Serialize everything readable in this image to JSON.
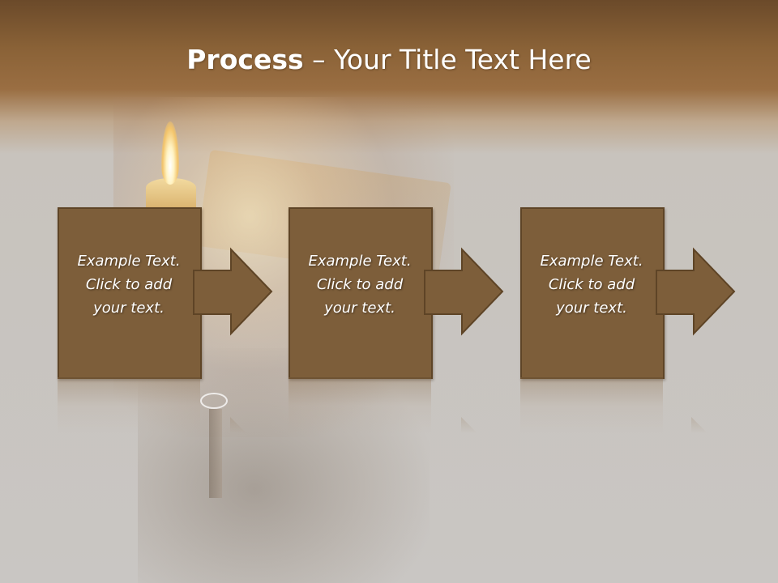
{
  "title": {
    "bold": "Process",
    "separator": " – ",
    "rest": "Your Title Text Here"
  },
  "steps": [
    {
      "line1": "Example Text.",
      "line2": "Click  to add",
      "line3": "your text."
    },
    {
      "line1": "Example Text.",
      "line2": "Click  to add",
      "line3": "your text."
    },
    {
      "line1": "Example Text.",
      "line2": "Click  to add",
      "line3": "your text."
    }
  ],
  "colors": {
    "box_fill": "#7d5e3a",
    "box_border": "#5e4426",
    "title_text": "#ffffff",
    "header_band": "#8a6237"
  }
}
